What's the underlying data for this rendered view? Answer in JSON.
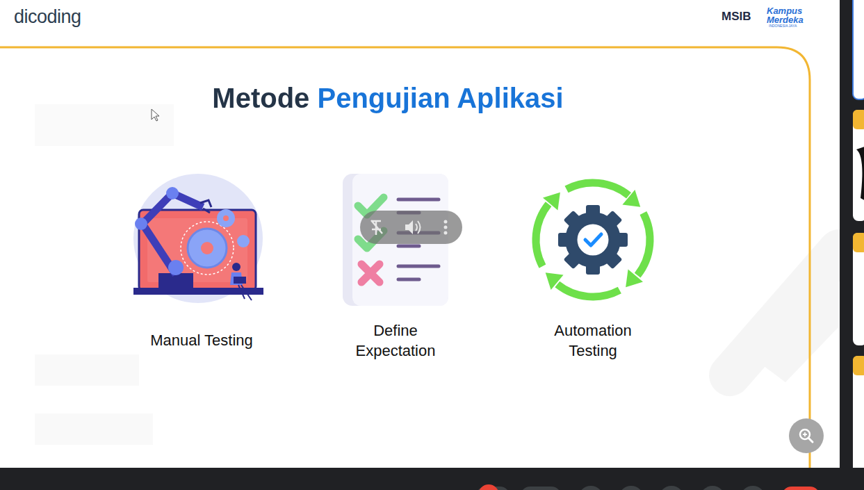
{
  "diagram": {
    "title": "Metode Pengujian Aplikasi",
    "labels": [
      "dicoding",
      "MSIB",
      "Kampus Merdeka",
      "INDONESIA JAYA",
      "Manual Testing",
      "Define Expectation",
      "Automation Testing"
    ]
  }
}
